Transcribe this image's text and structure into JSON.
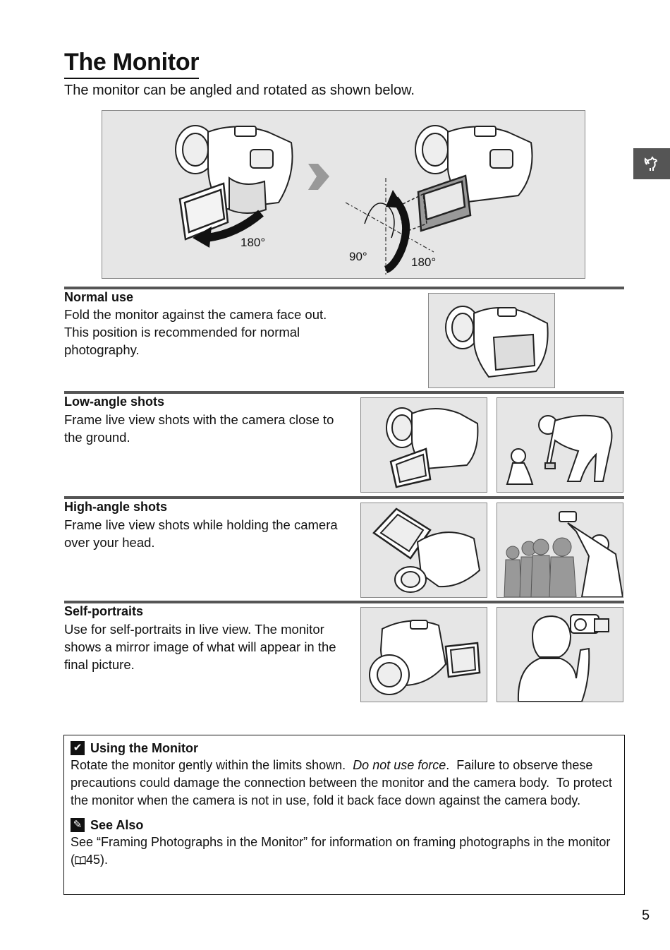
{
  "title": "The Monitor",
  "subtitle": "The monitor can be angled and rotated as shown below.",
  "hero": {
    "angle_left": "180°",
    "angle_90": "90°",
    "angle_right": "180°"
  },
  "side_tab_icon": "rooster-icon",
  "sections": [
    {
      "heading": "Normal use",
      "lines": [
        "Fold the monitor against the camera face out.",
        "This position is recommended for normal",
        "photography."
      ]
    },
    {
      "heading": "Low-angle shots",
      "lines": [
        "Frame live view shots with the camera close to",
        "the ground."
      ]
    },
    {
      "heading": "High-angle shots",
      "lines": [
        "Frame live view shots while holding the camera",
        "over your head."
      ]
    },
    {
      "heading": "Self-portraits",
      "lines": [
        "Use for self-portraits in live view.  The monitor",
        "shows a mirror image of what will appear in the",
        "final picture."
      ]
    }
  ],
  "note_using": {
    "icon": "checkmark-icon",
    "heading": "Using the Monitor",
    "text_before": "Rotate the monitor gently within the limits shown.  ",
    "text_italic": "Do not use force",
    "text_after": ".  Failure to observe these precautions could damage the connection between the monitor and the camera body.  To protect the monitor when the camera is not in use, fold it back face down against the camera body."
  },
  "note_see_also": {
    "icon": "pencil-icon",
    "heading": "See Also",
    "text_before": "See “Framing Photographs in the Monitor” for information on framing photographs in the monitor (",
    "page_ref_icon": "book-icon",
    "page_ref": "45",
    "text_after": ")."
  },
  "page_number": "5"
}
